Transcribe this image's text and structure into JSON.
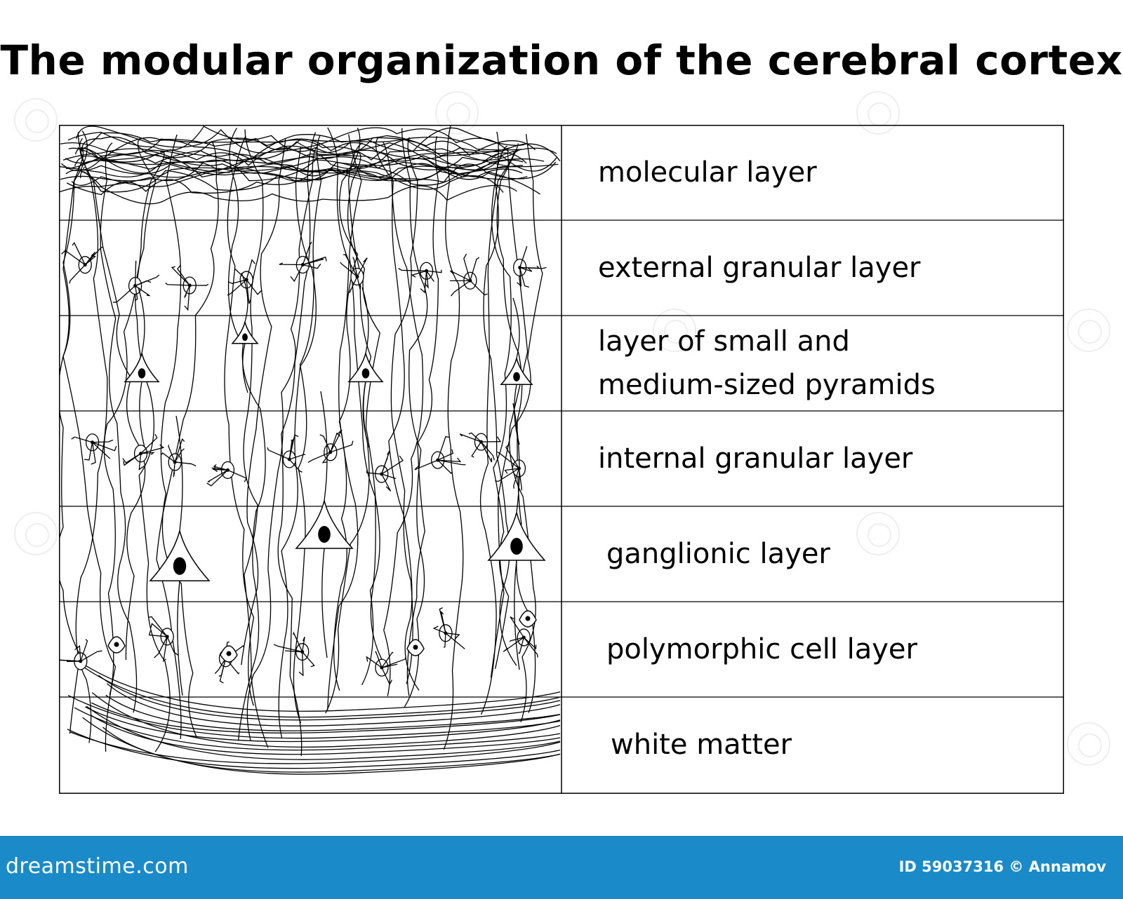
{
  "title": "The modular organization of the cerebral cortex",
  "layers": [
    "molecular layer",
    "external granular layer",
    "layer of small and\nmedium-sized pyramids",
    "internal granular layer",
    "ganglionic layer",
    "polymorphic cell layer",
    "white matter"
  ],
  "footer": {
    "brand": "dreamstime.com",
    "credit": "ID 59037316 © Annamov",
    "color": "#1a8ac8"
  }
}
